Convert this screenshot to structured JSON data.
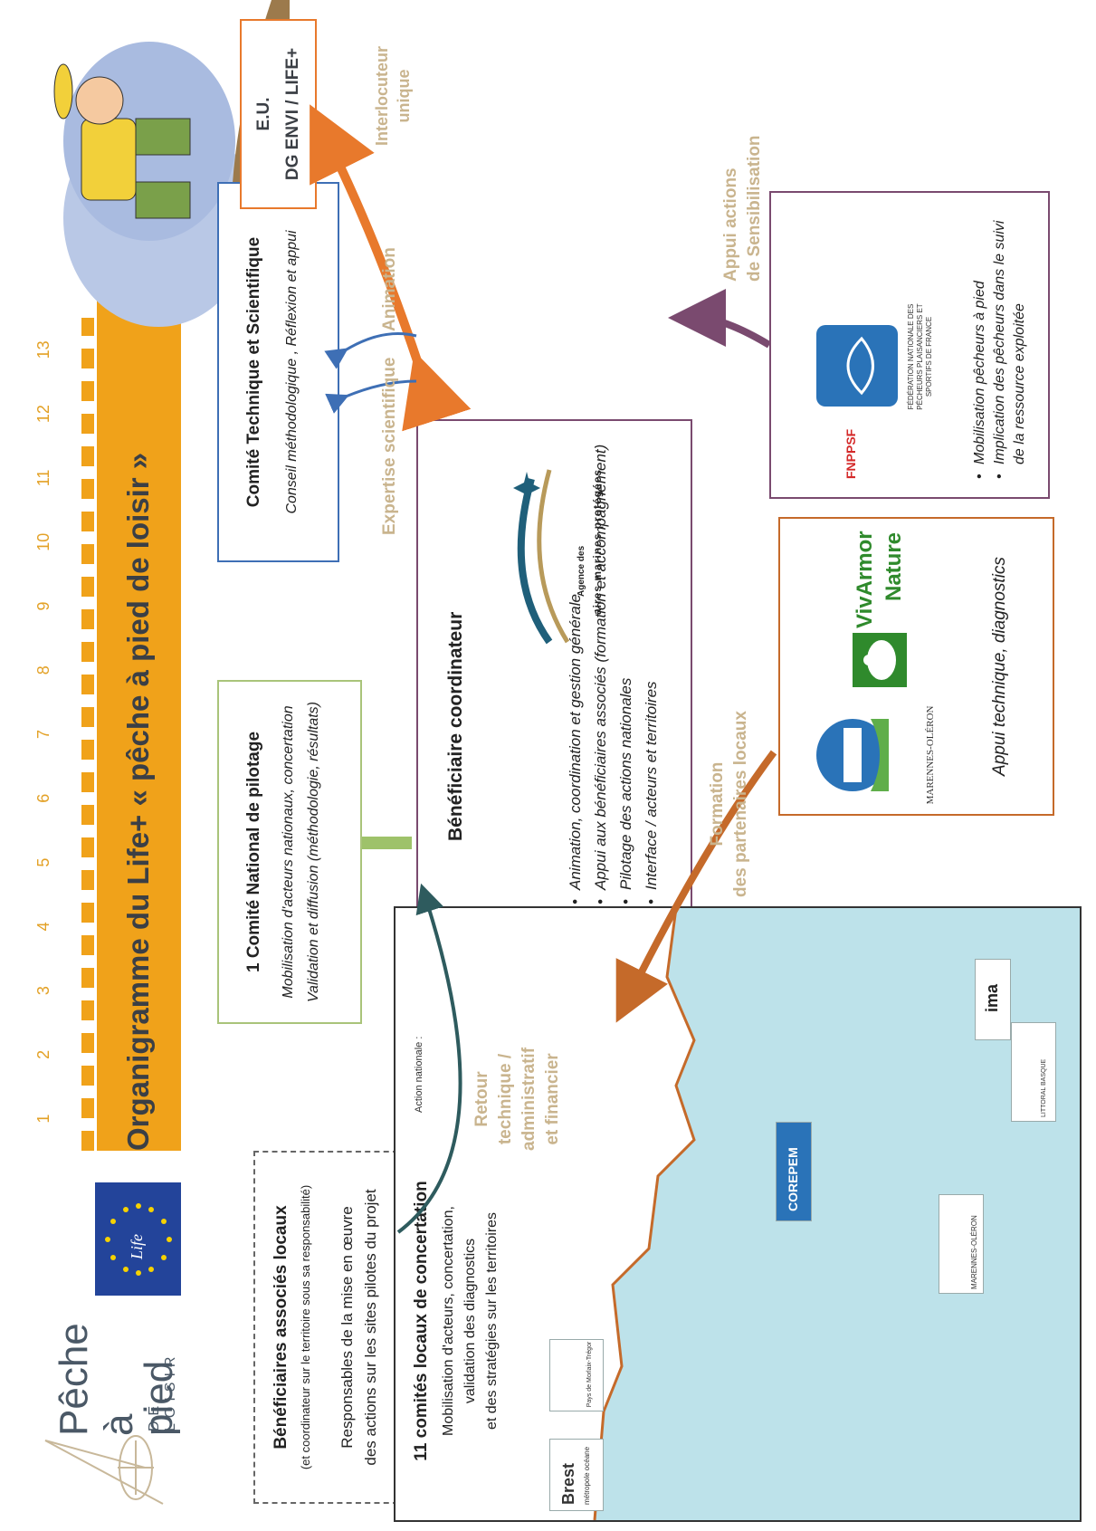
{
  "header": {
    "logo_line1": "Pêche",
    "logo_line2": "à pied",
    "logo_line3": "DE LOISIR",
    "eu_logo_text": "Life",
    "title": "Organigramme du Life+ «  pêche à pied de loisir  »",
    "timeline_ticks": [
      "1",
      "2",
      "3",
      "4",
      "5",
      "6",
      "7",
      "8",
      "9",
      "10",
      "11",
      "12",
      "13"
    ]
  },
  "eu": {
    "line1": "E.U.",
    "line2": "DG ENVI / LIFE+"
  },
  "comite_tech": {
    "title": "Comité Technique et Scientifique",
    "subtitle": "Conseil méthodologique , Réflexion et appui"
  },
  "comite_national": {
    "title": "1 Comité National de pilotage",
    "line1": "Mobilisation d'acteurs nationaux, concertation",
    "line2": "Validation et diffusion (méthodologie, résultats)"
  },
  "beneficiaire": {
    "title": "Bénéficiaire coordinateur",
    "agency_line1": "Agence des",
    "agency_line2": "aires marines protégées",
    "bullets": [
      "Animation, coordination et  gestion générale",
      "Appui aux bénéficiaires associés (formation et accompagnement)",
      "Pilotage des actions nationales",
      "Interface / acteurs et territoires"
    ]
  },
  "fnppsf": {
    "logo": "FNPPSF",
    "caption": "FÉDÉRATION NATIONALE DES PÊCHEURS PLAISANCIERS ET SPORTIFS DE FRANCE",
    "bullets": [
      "Mobilisation pêcheurs  à pied",
      "Implication des pêcheurs dans le suivi de la ressource exploitée"
    ]
  },
  "vivarmor": {
    "logo_line1": "VivArmor",
    "logo_line2": "Nature",
    "cpie_label": "MARENNES-OLÉRON",
    "caption": "Appui technique, diagnostics"
  },
  "associes": {
    "title": "Bénéficiaires associés locaux",
    "subtitle": "(et coordinateur sur le territoire sous sa responsabilité)",
    "line1": "Responsables de la mise en œuvre",
    "line2": "des actions sur les sites pilotes du projet"
  },
  "comites_locaux": {
    "title": "11 comités locaux de concertation",
    "line1": "Mobilisation d'acteurs, concertation,",
    "line2": "validation des diagnostics",
    "line3": "et des stratégies sur les territoires",
    "action_nationale": "Action nationale :",
    "brest": "Brest",
    "brest_sub": "métropole océane",
    "corepem": "COREPEM",
    "ima": "ima",
    "pays_morlaix": "Pays de Morlaix-Trégor",
    "marennes": "MARENNES-OLÉRON",
    "littoral": "LITTORAL BASQUE"
  },
  "arrows": {
    "interlocuteur1": "Interlocuteur",
    "interlocuteur2": "unique",
    "animation": "Animation",
    "expertise": "Expertise scientifique",
    "appui1": "Appui actions",
    "appui2": "de  Sensibilisation",
    "retour1": "Retour",
    "retour2": "technique /",
    "retour3": "administratif",
    "retour4": "et financier",
    "formation1": "Formation",
    "formation2": "des partenaires locaux"
  },
  "colors": {
    "orange": "#f0a21a",
    "orange_arrow": "#e8792c",
    "blue_arrow": "#3e6fb5",
    "green_arrow": "#9ec26a",
    "purple_arrow": "#7a4a6f",
    "brown_arrow": "#c56a2a",
    "teal_arrow": "#2e5b5e",
    "sea": "#bde2ea"
  }
}
